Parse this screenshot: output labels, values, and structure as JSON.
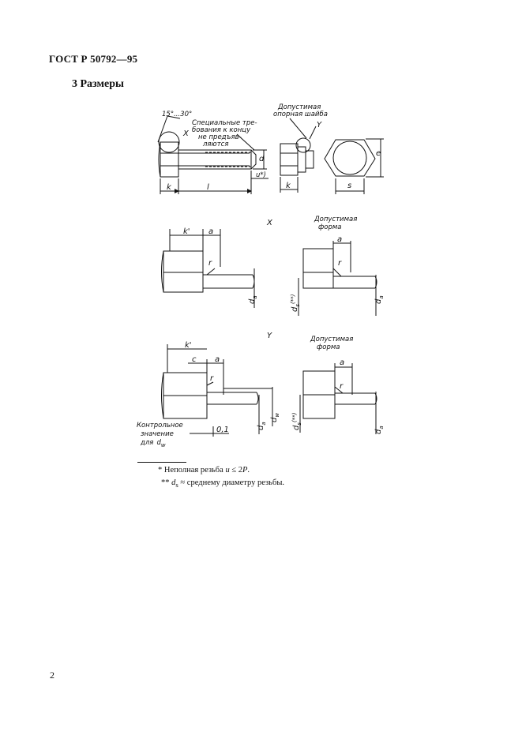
{
  "header": {
    "doc_code": "ГОСТ Р 50792—95"
  },
  "section": {
    "title": "3 Размеры"
  },
  "drawing": {
    "top_view": {
      "angle_label": "15°...30°",
      "detail_x_label": "X",
      "special_note_line1": "Специальные тре-",
      "special_note_line2": "бования к концу",
      "special_note_line3": "не предъяв-",
      "special_note_line4": "ляются",
      "washer_note_line1": "Допустимая",
      "washer_note_line2": "опорная шайба",
      "detail_y_label": "Y",
      "dim_k": "k",
      "dim_l": "l",
      "dim_d": "d",
      "dim_u": "u*)",
      "dim_s": "s",
      "dim_e": "e"
    },
    "detail_x": {
      "title": "X",
      "alt_line1": "Допустимая",
      "alt_line2": "форма",
      "dim_k_prime": "k'",
      "dim_a": "a",
      "dim_r": "r",
      "dim_da": "d",
      "dim_da_sub": "a",
      "dim_ds": "d",
      "dim_ds_sub": "s",
      "dim_ds_sup": "(**)"
    },
    "detail_y": {
      "title": "Y",
      "alt_line1": "Допустимая",
      "alt_line2": "форма",
      "dim_k_prime": "k'",
      "dim_c": "c",
      "dim_a": "a",
      "dim_r": "r",
      "dim_dw": "d",
      "dim_dw_sub": "w",
      "dim_da": "d",
      "dim_da_sub": "a",
      "dim_ds": "d",
      "dim_ds_sub": "s",
      "dim_ds_sup": "(**)",
      "control_line1": "Контрольное",
      "control_line2": "значение",
      "control_line3": "для",
      "control_dw": "d",
      "control_dw_sub": "w",
      "dim_01": "0,1"
    }
  },
  "footnotes": {
    "fn1_prefix": "*  Неполная резьба ",
    "fn1_var": "u",
    "fn1_rest": " ≤ 2",
    "fn1_p": "P",
    "fn1_end": ".",
    "fn2_prefix": "** ",
    "fn2_var": "d",
    "fn2_sub": "s",
    "fn2_rest": " ≈ среднему диаметру резьбы."
  },
  "page": {
    "number": "2"
  }
}
